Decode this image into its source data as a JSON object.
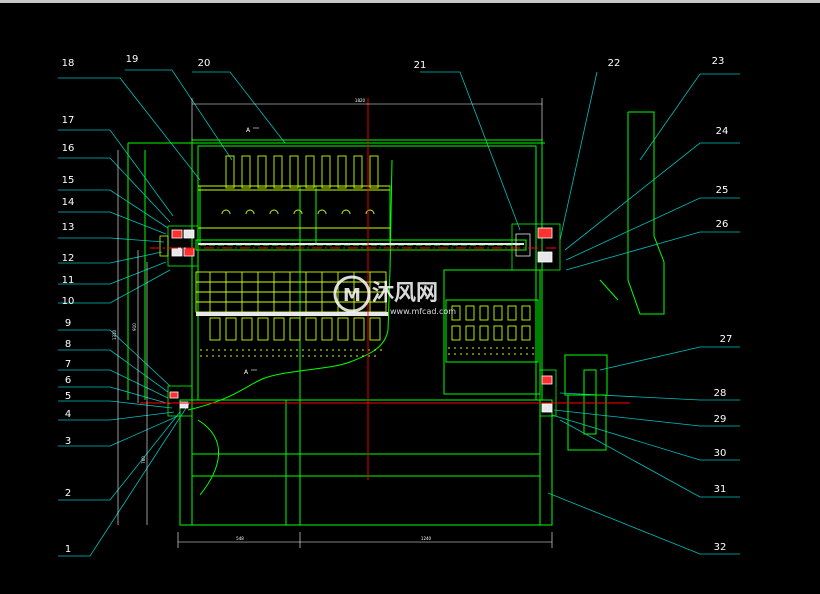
{
  "drawing": {
    "labels_left": [
      "18",
      "19",
      "20",
      "17",
      "16",
      "15",
      "14",
      "13",
      "12",
      "11",
      "10",
      "9",
      "8",
      "7",
      "6",
      "5",
      "4",
      "3",
      "2",
      "1"
    ],
    "labels_right": [
      "21",
      "22",
      "23",
      "24",
      "25",
      "26",
      "27",
      "28",
      "29",
      "30",
      "31",
      "32"
    ],
    "section_marks": [
      "A",
      "A"
    ],
    "dimensions": {
      "top_overall": "1820",
      "bottom_left": "548",
      "bottom_right": "1240",
      "vertical_outer": "1310",
      "vertical_mid": "910",
      "vertical_low": "760"
    }
  },
  "watermark": {
    "text": "沐风网",
    "url": "www.mfcad.com",
    "logo_text": "M"
  },
  "colors": {
    "background": "#000000",
    "leader": "#00bfbf",
    "outline": "#00ff00",
    "part": "#c8ff00",
    "centerline": "#ff0000",
    "dimension": "#ffffff"
  }
}
